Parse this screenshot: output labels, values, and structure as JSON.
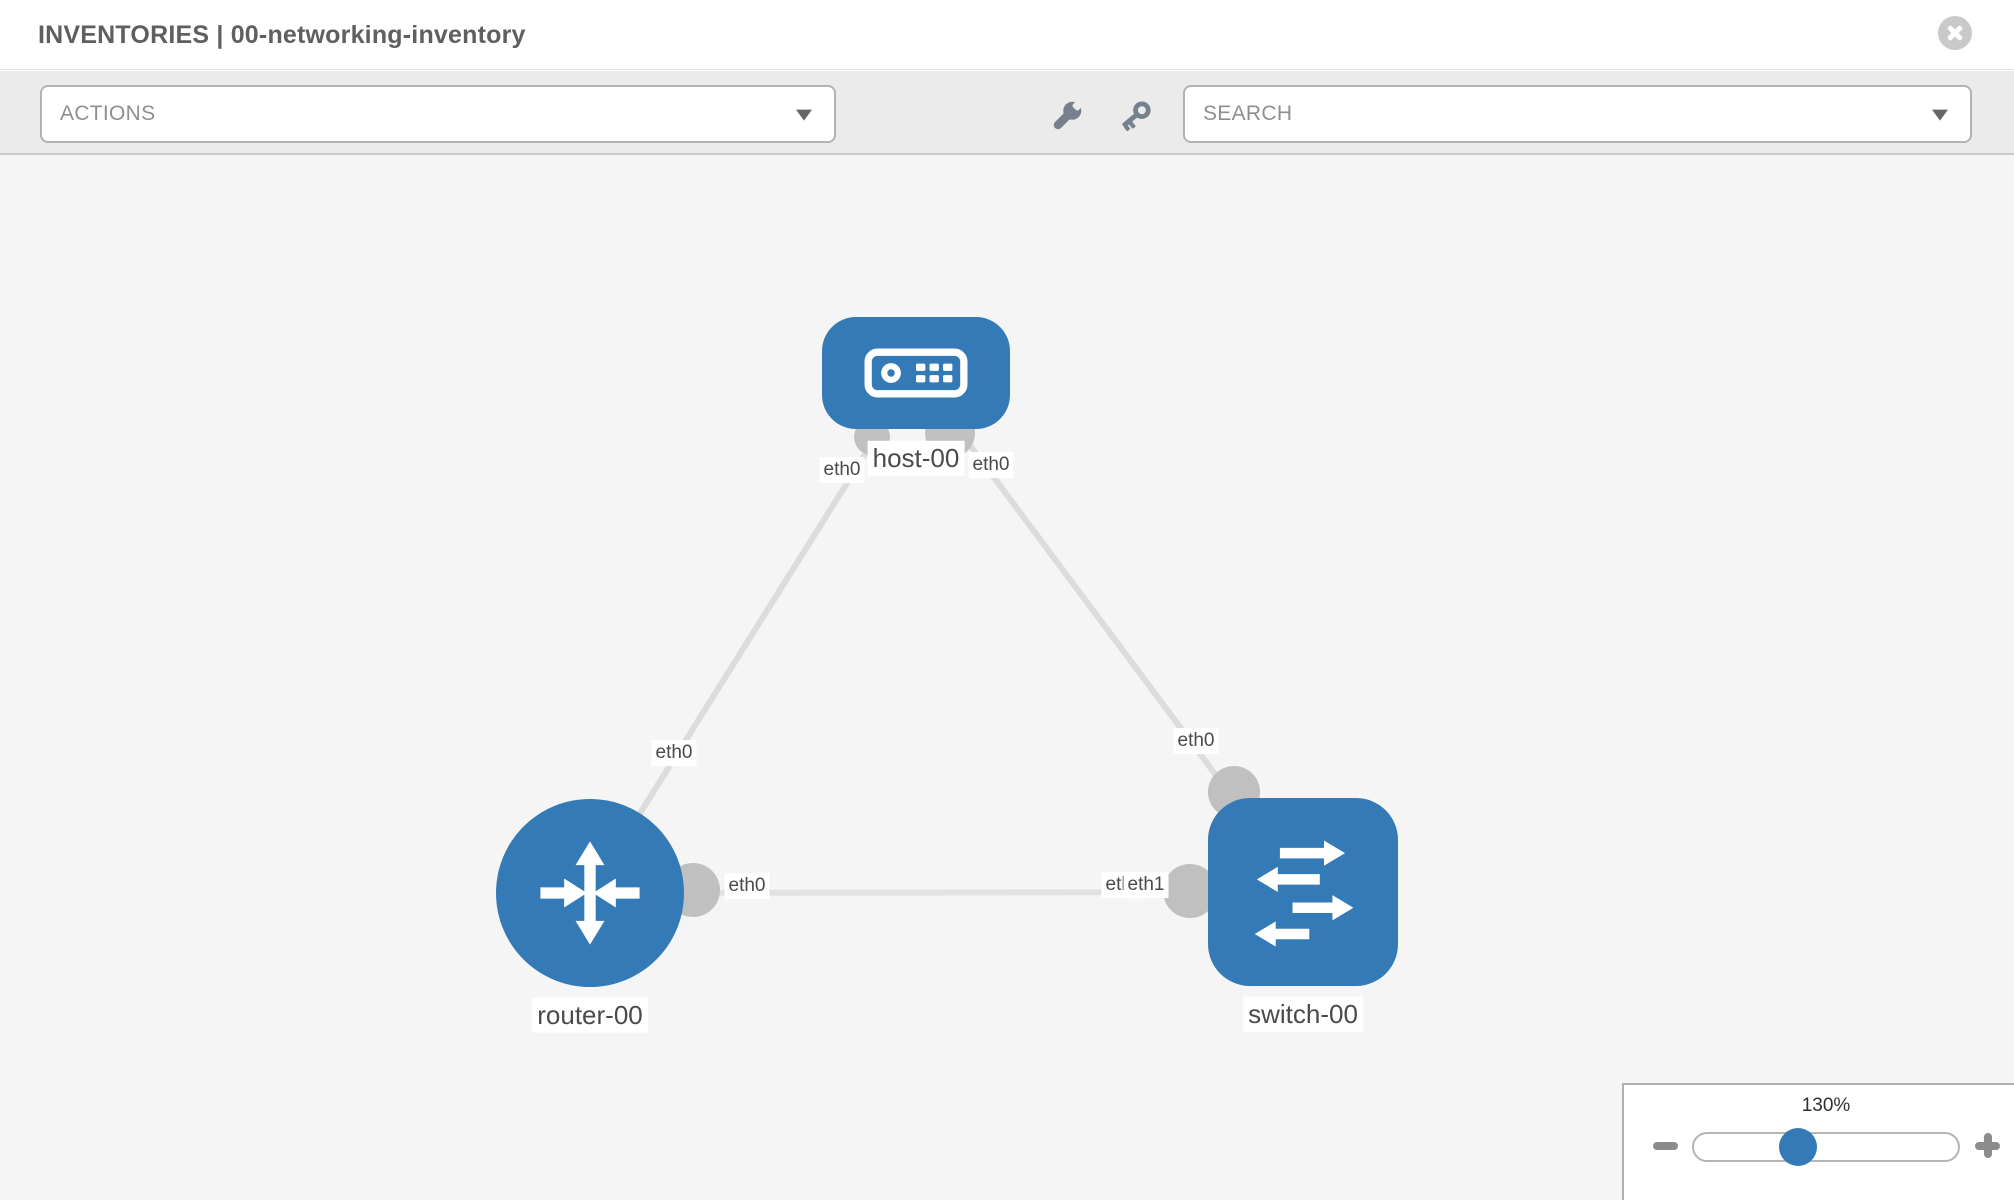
{
  "header": {
    "title": "INVENTORIES | 00-networking-inventory"
  },
  "toolbar": {
    "actions_label": "ACTIONS",
    "search_label": "SEARCH",
    "icons": [
      "wrench-icon",
      "key-icon"
    ]
  },
  "topology": {
    "nodes": [
      {
        "label": "host-00",
        "type": "host"
      },
      {
        "label": "router-00",
        "type": "router"
      },
      {
        "label": "switch-00",
        "type": "switch"
      }
    ],
    "links": [
      {
        "from": "host-00",
        "to": "router-00",
        "from_if": "eth0",
        "to_if": "eth0"
      },
      {
        "from": "host-00",
        "to": "switch-00",
        "from_if": "eth0",
        "to_if": "eth0"
      },
      {
        "from": "router-00",
        "to": "switch-00",
        "from_if": "eth0",
        "to_ifs": [
          "eth0",
          "eth1"
        ]
      }
    ]
  },
  "zoom_control": {
    "level": "130%"
  },
  "colors": {
    "node_blue": "#337ab7",
    "port_gray": "#c0c0c0",
    "link_gray": "#dcdcdc",
    "toolbar_icon_gray": "#76818d"
  }
}
